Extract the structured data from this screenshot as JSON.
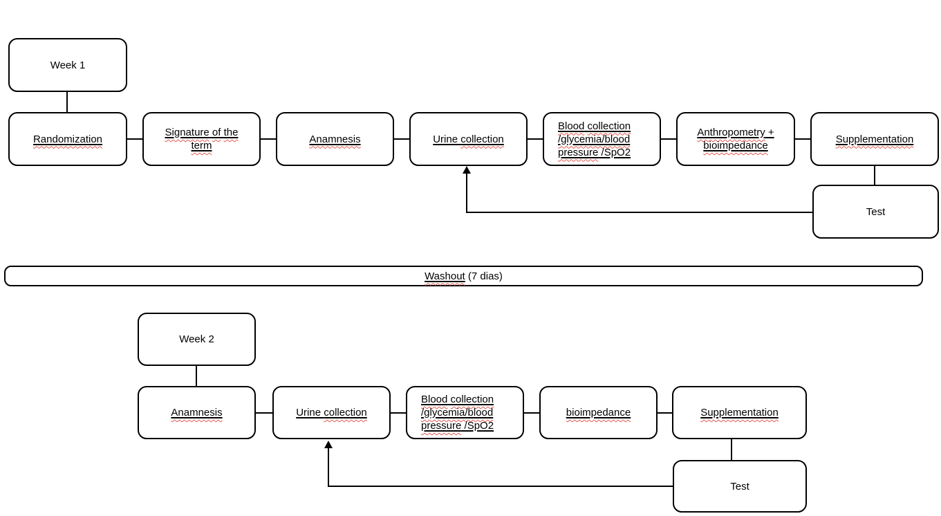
{
  "diagram": {
    "colors": {
      "box_border": "#000000",
      "box_fill": "#ffffff",
      "text": "#000000",
      "connector": "#000000",
      "spellcheck_wavy": "#e2574d"
    },
    "week1": {
      "week_box": {
        "lines": [
          [
            {
              "t": "Week 1"
            }
          ]
        ]
      },
      "steps": [
        {
          "id": "randomization",
          "lines": [
            [
              {
                "t": "Randomization",
                "u": 1,
                "w": 1
              }
            ]
          ]
        },
        {
          "id": "signature-of-the-term",
          "lines": [
            [
              {
                "t": "Signature",
                "u": 1,
                "w": 1
              },
              {
                "t": " ",
                "u": 1
              },
              {
                "t": "of",
                "u": 1,
                "w": 1
              },
              {
                "t": " ",
                "u": 1
              },
              {
                "t": "the",
                "u": 1,
                "w": 1
              }
            ],
            [
              {
                "t": "term",
                "u": 1,
                "w": 1
              }
            ]
          ]
        },
        {
          "id": "anamnesis",
          "lines": [
            [
              {
                "t": "Anamnesis",
                "u": 1,
                "w": 1
              }
            ]
          ]
        },
        {
          "id": "urine-collection",
          "lines": [
            [
              {
                "t": "Urine ",
                "u": 1
              },
              {
                "t": "collection",
                "u": 1,
                "w": 1
              }
            ]
          ]
        },
        {
          "id": "blood-collection-glycemia-blood-pressure-spo2",
          "align": "left",
          "lines": [
            [
              {
                "t": "Blood",
                "u": 1,
                "w": 1
              },
              {
                "t": " ",
                "u": 1
              },
              {
                "t": "collection",
                "u": 1,
                "w": 1
              }
            ],
            [
              {
                "t": "/glycemia/blood",
                "u": 1,
                "w": 1
              }
            ],
            [
              {
                "t": "pressure",
                "u": 1,
                "w": 1
              },
              {
                "t": " /SpO2",
                "u": 1
              }
            ]
          ]
        },
        {
          "id": "anthropometry-bioimpedance",
          "lines": [
            [
              {
                "t": "Anthropometry",
                "u": 1,
                "w": 1
              },
              {
                "t": " +",
                "u": 1
              }
            ],
            [
              {
                "t": "bioimpedance",
                "u": 1,
                "w": 1
              }
            ]
          ]
        },
        {
          "id": "supplementation",
          "lines": [
            [
              {
                "t": "Supplementation",
                "u": 1,
                "w": 1
              }
            ]
          ]
        }
      ],
      "test_box": {
        "lines": [
          [
            {
              "t": "Test"
            }
          ]
        ]
      }
    },
    "washout": {
      "lines": [
        [
          {
            "t": "Washout",
            "u": 1,
            "w": 1
          },
          {
            "t": " (7 dias)"
          }
        ]
      ]
    },
    "week2": {
      "week_box": {
        "lines": [
          [
            {
              "t": "Week 2"
            }
          ]
        ]
      },
      "steps": [
        {
          "id": "anamnesis",
          "lines": [
            [
              {
                "t": "Anamnesis",
                "u": 1,
                "w": 1
              }
            ]
          ]
        },
        {
          "id": "urine-collection",
          "lines": [
            [
              {
                "t": "Urine ",
                "u": 1
              },
              {
                "t": "collection",
                "u": 1,
                "w": 1
              }
            ]
          ]
        },
        {
          "id": "blood-collection-glycemia-blood-pressure-spo2",
          "align": "left",
          "lines": [
            [
              {
                "t": "Blood",
                "u": 1,
                "w": 1
              },
              {
                "t": " ",
                "u": 1
              },
              {
                "t": "collection",
                "u": 1,
                "w": 1
              }
            ],
            [
              {
                "t": "/glycemia/blood",
                "u": 1,
                "w": 1
              }
            ],
            [
              {
                "t": "pressure",
                "u": 1,
                "w": 1
              },
              {
                "t": " /SpO2",
                "u": 1
              }
            ]
          ]
        },
        {
          "id": "bioimpedance",
          "lines": [
            [
              {
                "t": "bioimpedance",
                "u": 1,
                "w": 1
              }
            ]
          ]
        },
        {
          "id": "supplementation",
          "lines": [
            [
              {
                "t": "Supplementation",
                "u": 1,
                "w": 1
              }
            ]
          ]
        }
      ],
      "test_box": {
        "lines": [
          [
            {
              "t": "Test"
            }
          ]
        ]
      }
    }
  }
}
